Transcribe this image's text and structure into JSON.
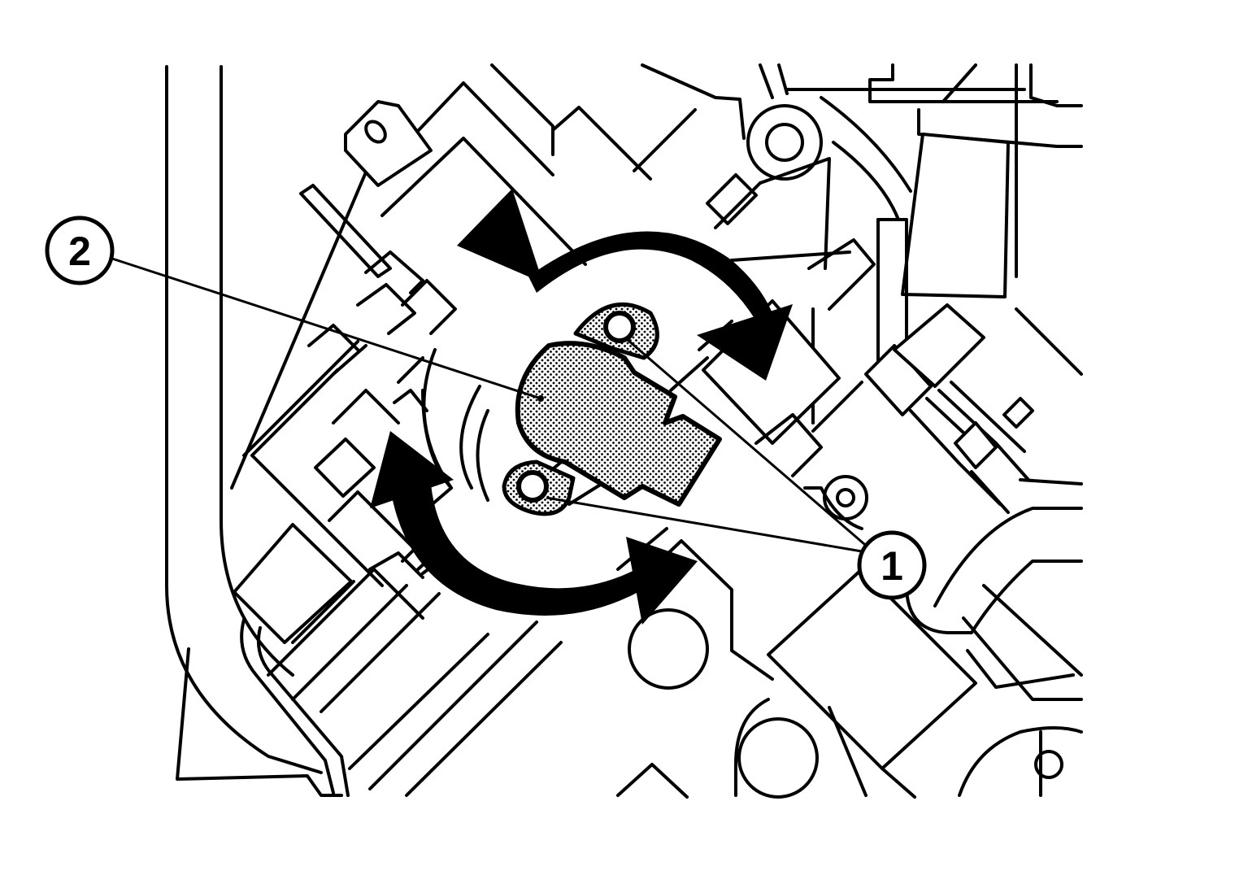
{
  "callouts": {
    "item1": {
      "label": "1"
    },
    "item2": {
      "label": "2"
    }
  },
  "colors": {
    "line": "#000000",
    "background": "#ffffff",
    "component_fill": "dotted-gray"
  }
}
